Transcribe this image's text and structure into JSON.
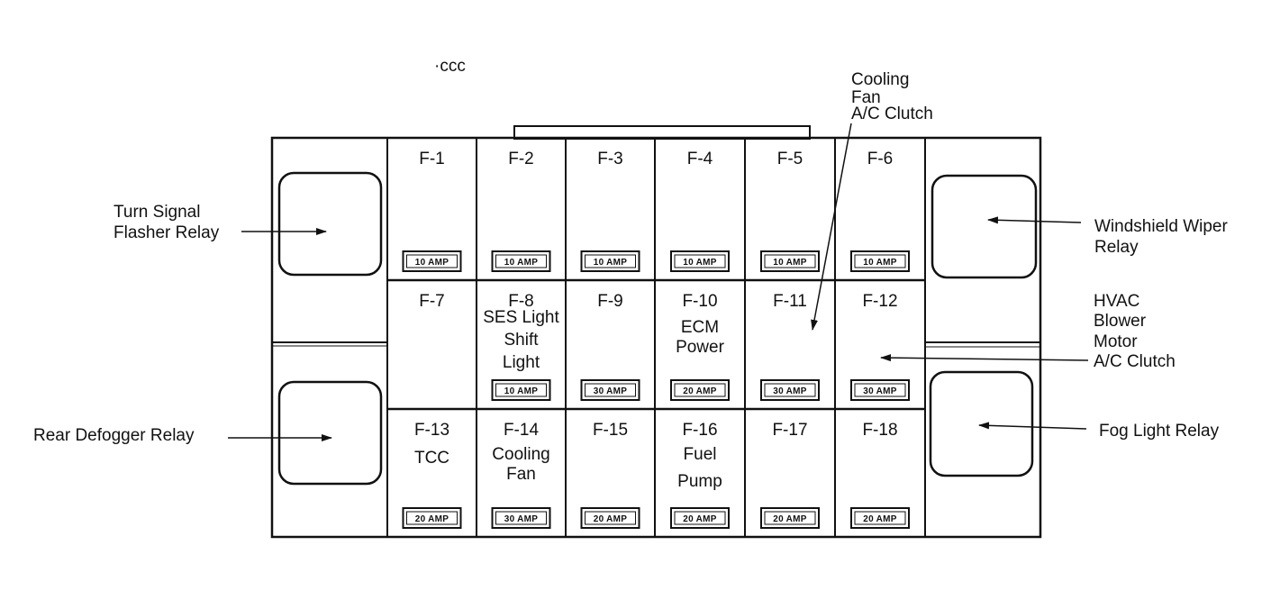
{
  "fuses": [
    {
      "id": "F-1",
      "desc": [],
      "amp": "10 AMP"
    },
    {
      "id": "F-2",
      "desc": [],
      "amp": "10 AMP"
    },
    {
      "id": "F-3",
      "desc": [],
      "amp": "10 AMP"
    },
    {
      "id": "F-4",
      "desc": [],
      "amp": "10 AMP"
    },
    {
      "id": "F-5",
      "desc": [],
      "amp": "10 AMP"
    },
    {
      "id": "F-6",
      "desc": [],
      "amp": "10 AMP"
    },
    {
      "id": "F-7",
      "desc": [],
      "amp": ""
    },
    {
      "id": "F-8",
      "desc": [
        "SES Light",
        "Shift",
        "Light"
      ],
      "amp": "10 AMP"
    },
    {
      "id": "F-9",
      "desc": [],
      "amp": "30 AMP"
    },
    {
      "id": "F-10",
      "desc": [
        "ECM",
        "Power"
      ],
      "amp": "20 AMP"
    },
    {
      "id": "F-11",
      "desc": [],
      "amp": "30 AMP"
    },
    {
      "id": "F-12",
      "desc": [],
      "amp": "30 AMP"
    },
    {
      "id": "F-13",
      "desc": [
        "TCC"
      ],
      "amp": "20 AMP"
    },
    {
      "id": "F-14",
      "desc": [
        "Cooling",
        "Fan"
      ],
      "amp": "30 AMP"
    },
    {
      "id": "F-15",
      "desc": [],
      "amp": "20 AMP"
    },
    {
      "id": "F-16",
      "desc": [
        "Fuel",
        "Pump"
      ],
      "amp": "20 AMP"
    },
    {
      "id": "F-17",
      "desc": [],
      "amp": "20 AMP"
    },
    {
      "id": "F-18",
      "desc": [],
      "amp": "20 AMP"
    }
  ],
  "labels": {
    "turn_signal": [
      "Turn Signal",
      "Flasher Relay"
    ],
    "rear_defogger": [
      "Rear Defogger Relay"
    ],
    "cooling_fan_ac": [
      "Cooling",
      "Fan",
      "A/C Clutch"
    ],
    "windshield_wiper": [
      "Windshield Wiper",
      "Relay"
    ],
    "hvac": [
      "HVAC",
      "Blower",
      "Motor",
      "A/C Clutch"
    ],
    "fog_light": [
      "Fog Light Relay"
    ]
  },
  "stray_mark": "·ccc"
}
